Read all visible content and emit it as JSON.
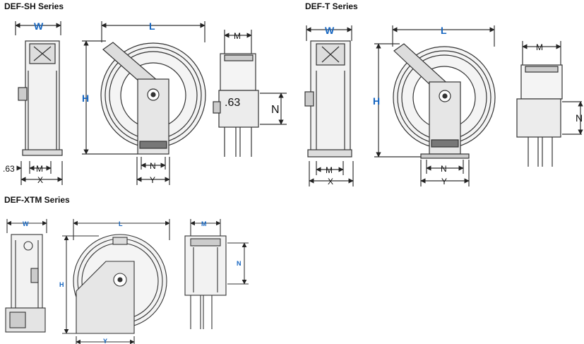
{
  "series": {
    "sh": {
      "title": "DEF-SH Series"
    },
    "t": {
      "title": "DEF-T Series"
    },
    "xtm": {
      "title": "DEF-XTM Series"
    }
  },
  "labels": {
    "W": "W",
    "L": "L",
    "H": "H",
    "M": "M",
    "N": "N",
    "X": "X",
    "Y": "Y",
    "dim063": ".63"
  },
  "colors": {
    "accent": "#1565c0",
    "line": "#333333",
    "fill": "#eeeeee"
  }
}
